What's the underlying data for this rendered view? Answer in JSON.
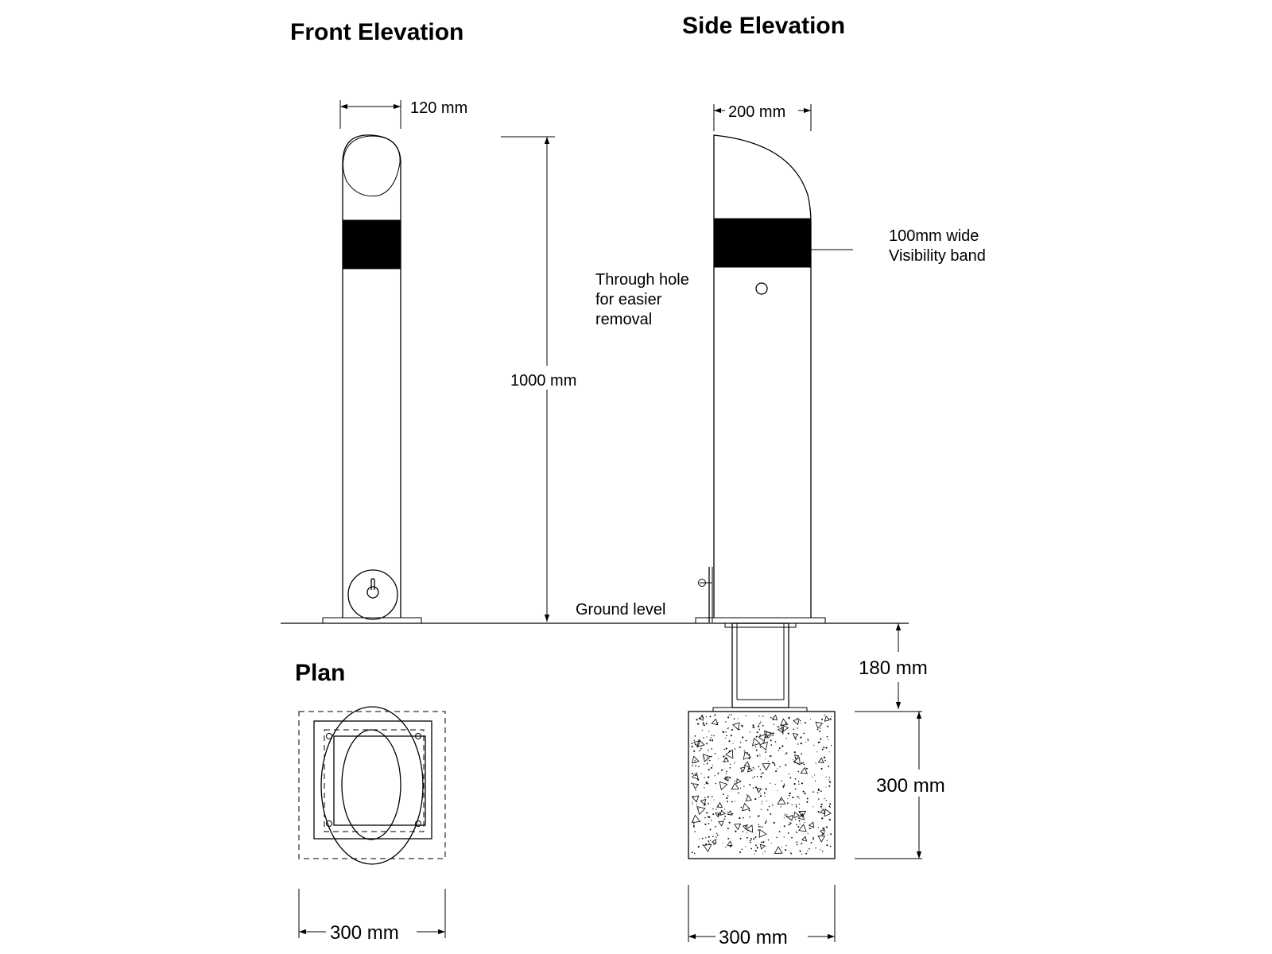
{
  "titles": {
    "front": "Front Elevation",
    "side": "Side Elevation",
    "plan": "Plan"
  },
  "dimensions": {
    "front_width": "120 mm",
    "side_width": "200 mm",
    "height": "1000 mm",
    "sleeve_depth": "180 mm",
    "footing_depth": "300 mm",
    "plan_width": "300 mm",
    "footing_width": "300 mm"
  },
  "notes": {
    "band_line1": "100mm wide",
    "band_line2": "Visibility band",
    "hole_line1": "Through hole",
    "hole_line2": "for easier",
    "hole_line3": "removal",
    "ground": "Ground level"
  },
  "colors": {
    "line": "#000000",
    "background": "#ffffff"
  }
}
